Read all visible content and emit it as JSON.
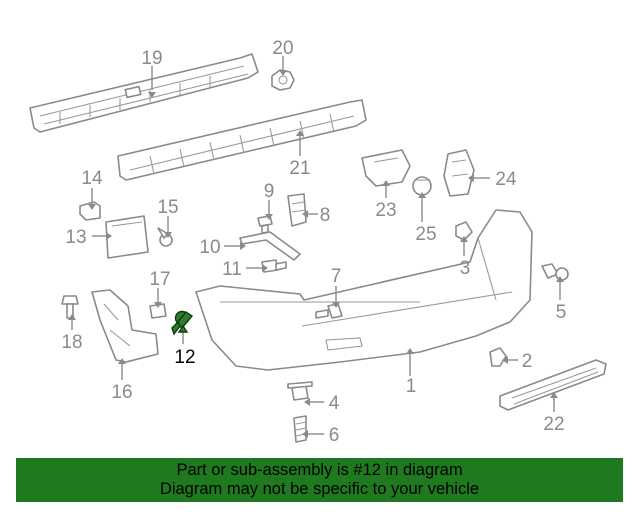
{
  "diagram": {
    "callouts": [
      "1",
      "2",
      "3",
      "4",
      "5",
      "6",
      "7",
      "8",
      "9",
      "10",
      "11",
      "12",
      "13",
      "14",
      "15",
      "16",
      "17",
      "18",
      "19",
      "20",
      "21",
      "22",
      "23",
      "24",
      "25"
    ],
    "highlighted_part": "12",
    "colors": {
      "line": "#8a8a8a",
      "highlight": "#2f7a2f",
      "banner": "#1f7a1f"
    }
  },
  "banner": {
    "line1": "Part or sub-assembly is #12 in diagram",
    "line2": "Diagram may not be specific to your vehicle"
  }
}
